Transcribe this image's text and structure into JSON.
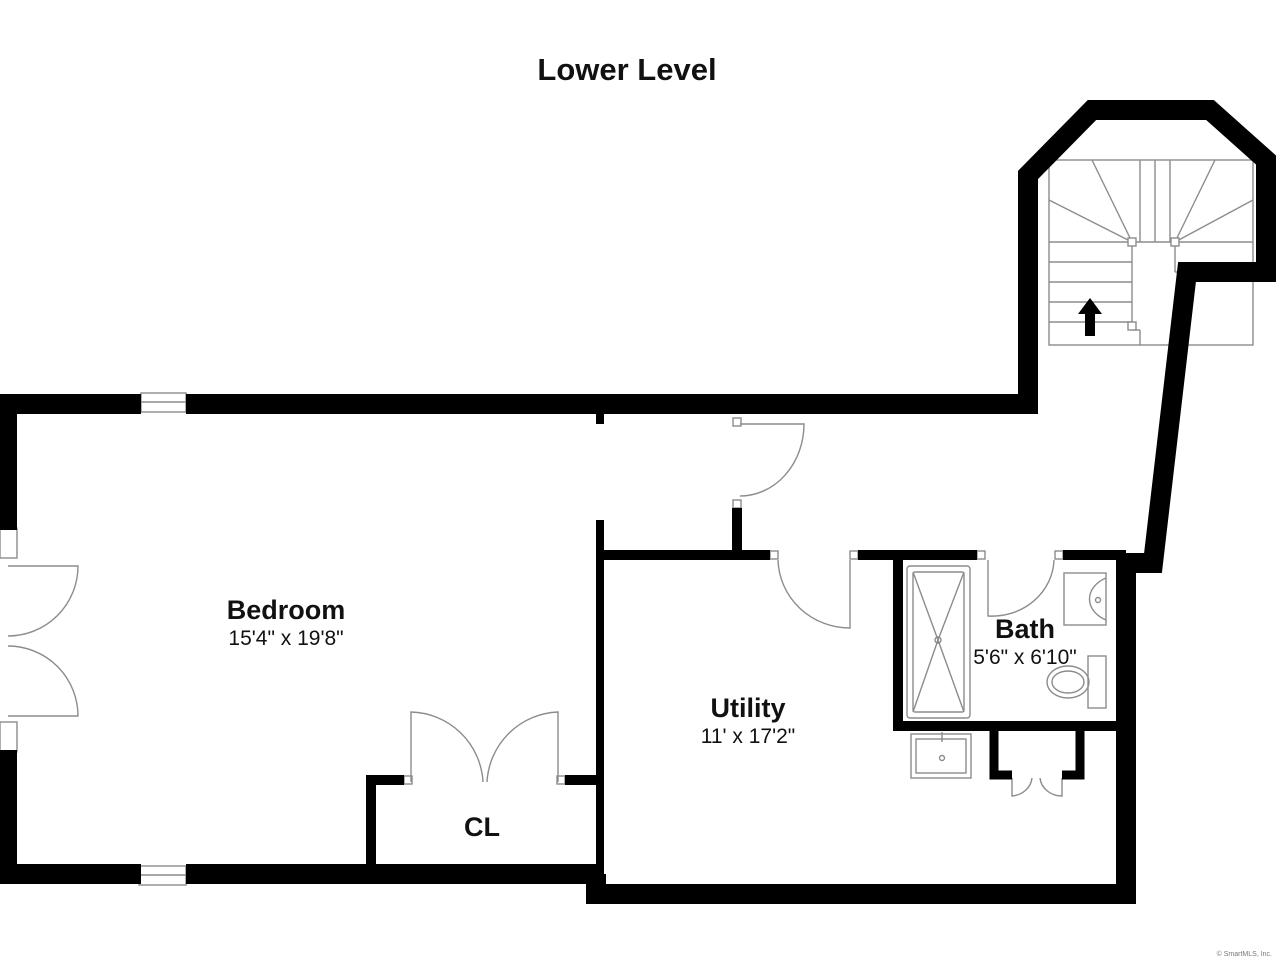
{
  "title": "Lower Level",
  "colors": {
    "wall": "#000000",
    "fixture": "#8c8c8c",
    "background": "#ffffff"
  },
  "rooms": [
    {
      "name": "Bedroom",
      "dimensions": "15'4\" x 19'8\""
    },
    {
      "name": "Utility",
      "dimensions": "11' x 17'2\""
    },
    {
      "name": "Bath",
      "dimensions": "5'6\" x 6'10\""
    },
    {
      "name": "CL",
      "dimensions": ""
    }
  ],
  "stair_arrow_icon": "up-arrow-icon",
  "copyright": "© SmartMLS, Inc."
}
